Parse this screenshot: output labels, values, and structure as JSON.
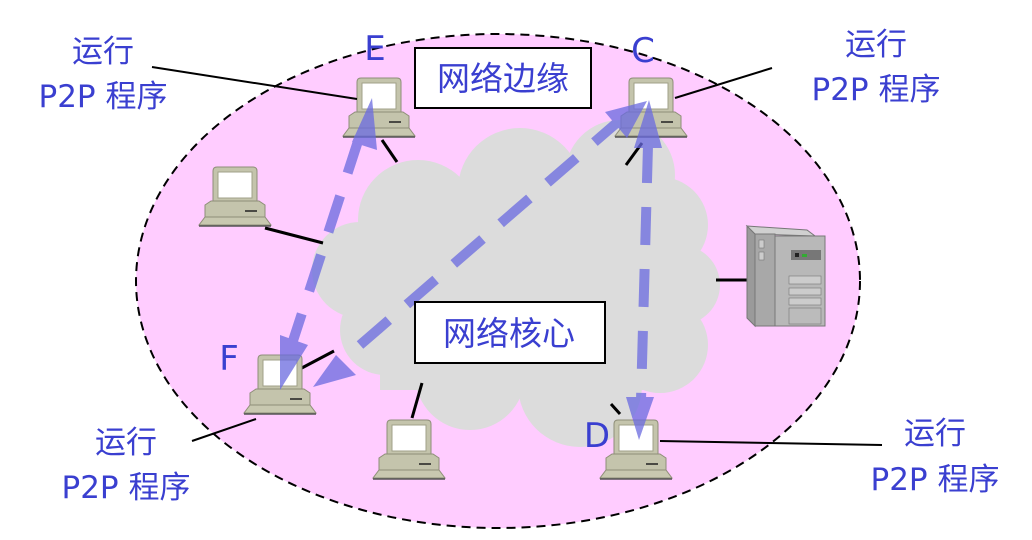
{
  "diagram": {
    "title": "P2P network edge and core",
    "colors": {
      "edge_region": "#ffccff",
      "core_cloud": "#dcdcdc",
      "text": "#3a3fd0",
      "arrow": "#7070e0",
      "computer_body": "#c0c0a8",
      "server_body": "#b0b0b0"
    },
    "regions": {
      "edge_label": "网络边缘",
      "core_label": "网络核心"
    },
    "nodes": [
      {
        "id": "E",
        "label": "E",
        "type": "computer",
        "runs_p2p": true
      },
      {
        "id": "C",
        "label": "C",
        "type": "computer",
        "runs_p2p": true
      },
      {
        "id": "F",
        "label": "F",
        "type": "computer",
        "runs_p2p": true
      },
      {
        "id": "D",
        "label": "D",
        "type": "computer",
        "runs_p2p": true
      },
      {
        "id": "host-left",
        "label": "",
        "type": "computer",
        "runs_p2p": false
      },
      {
        "id": "host-bottom",
        "label": "",
        "type": "computer",
        "runs_p2p": false
      },
      {
        "id": "server",
        "label": "",
        "type": "server",
        "runs_p2p": false
      }
    ],
    "callouts": [
      {
        "target": "E",
        "line1": "运行",
        "line2": "P2P 程序"
      },
      {
        "target": "C",
        "line1": "运行",
        "line2": "P2P 程序"
      },
      {
        "target": "F",
        "line1": "运行",
        "line2": "P2P 程序"
      },
      {
        "target": "D",
        "line1": "运行",
        "line2": "P2P 程序"
      }
    ],
    "flows": [
      {
        "from": "F",
        "to": "E",
        "style": "dashed-arrow"
      },
      {
        "from": "F",
        "to": "C",
        "style": "dashed-arrow",
        "bidirectional": true
      },
      {
        "from": "C",
        "to": "D",
        "style": "dashed-arrow",
        "bidirectional": true
      }
    ]
  }
}
